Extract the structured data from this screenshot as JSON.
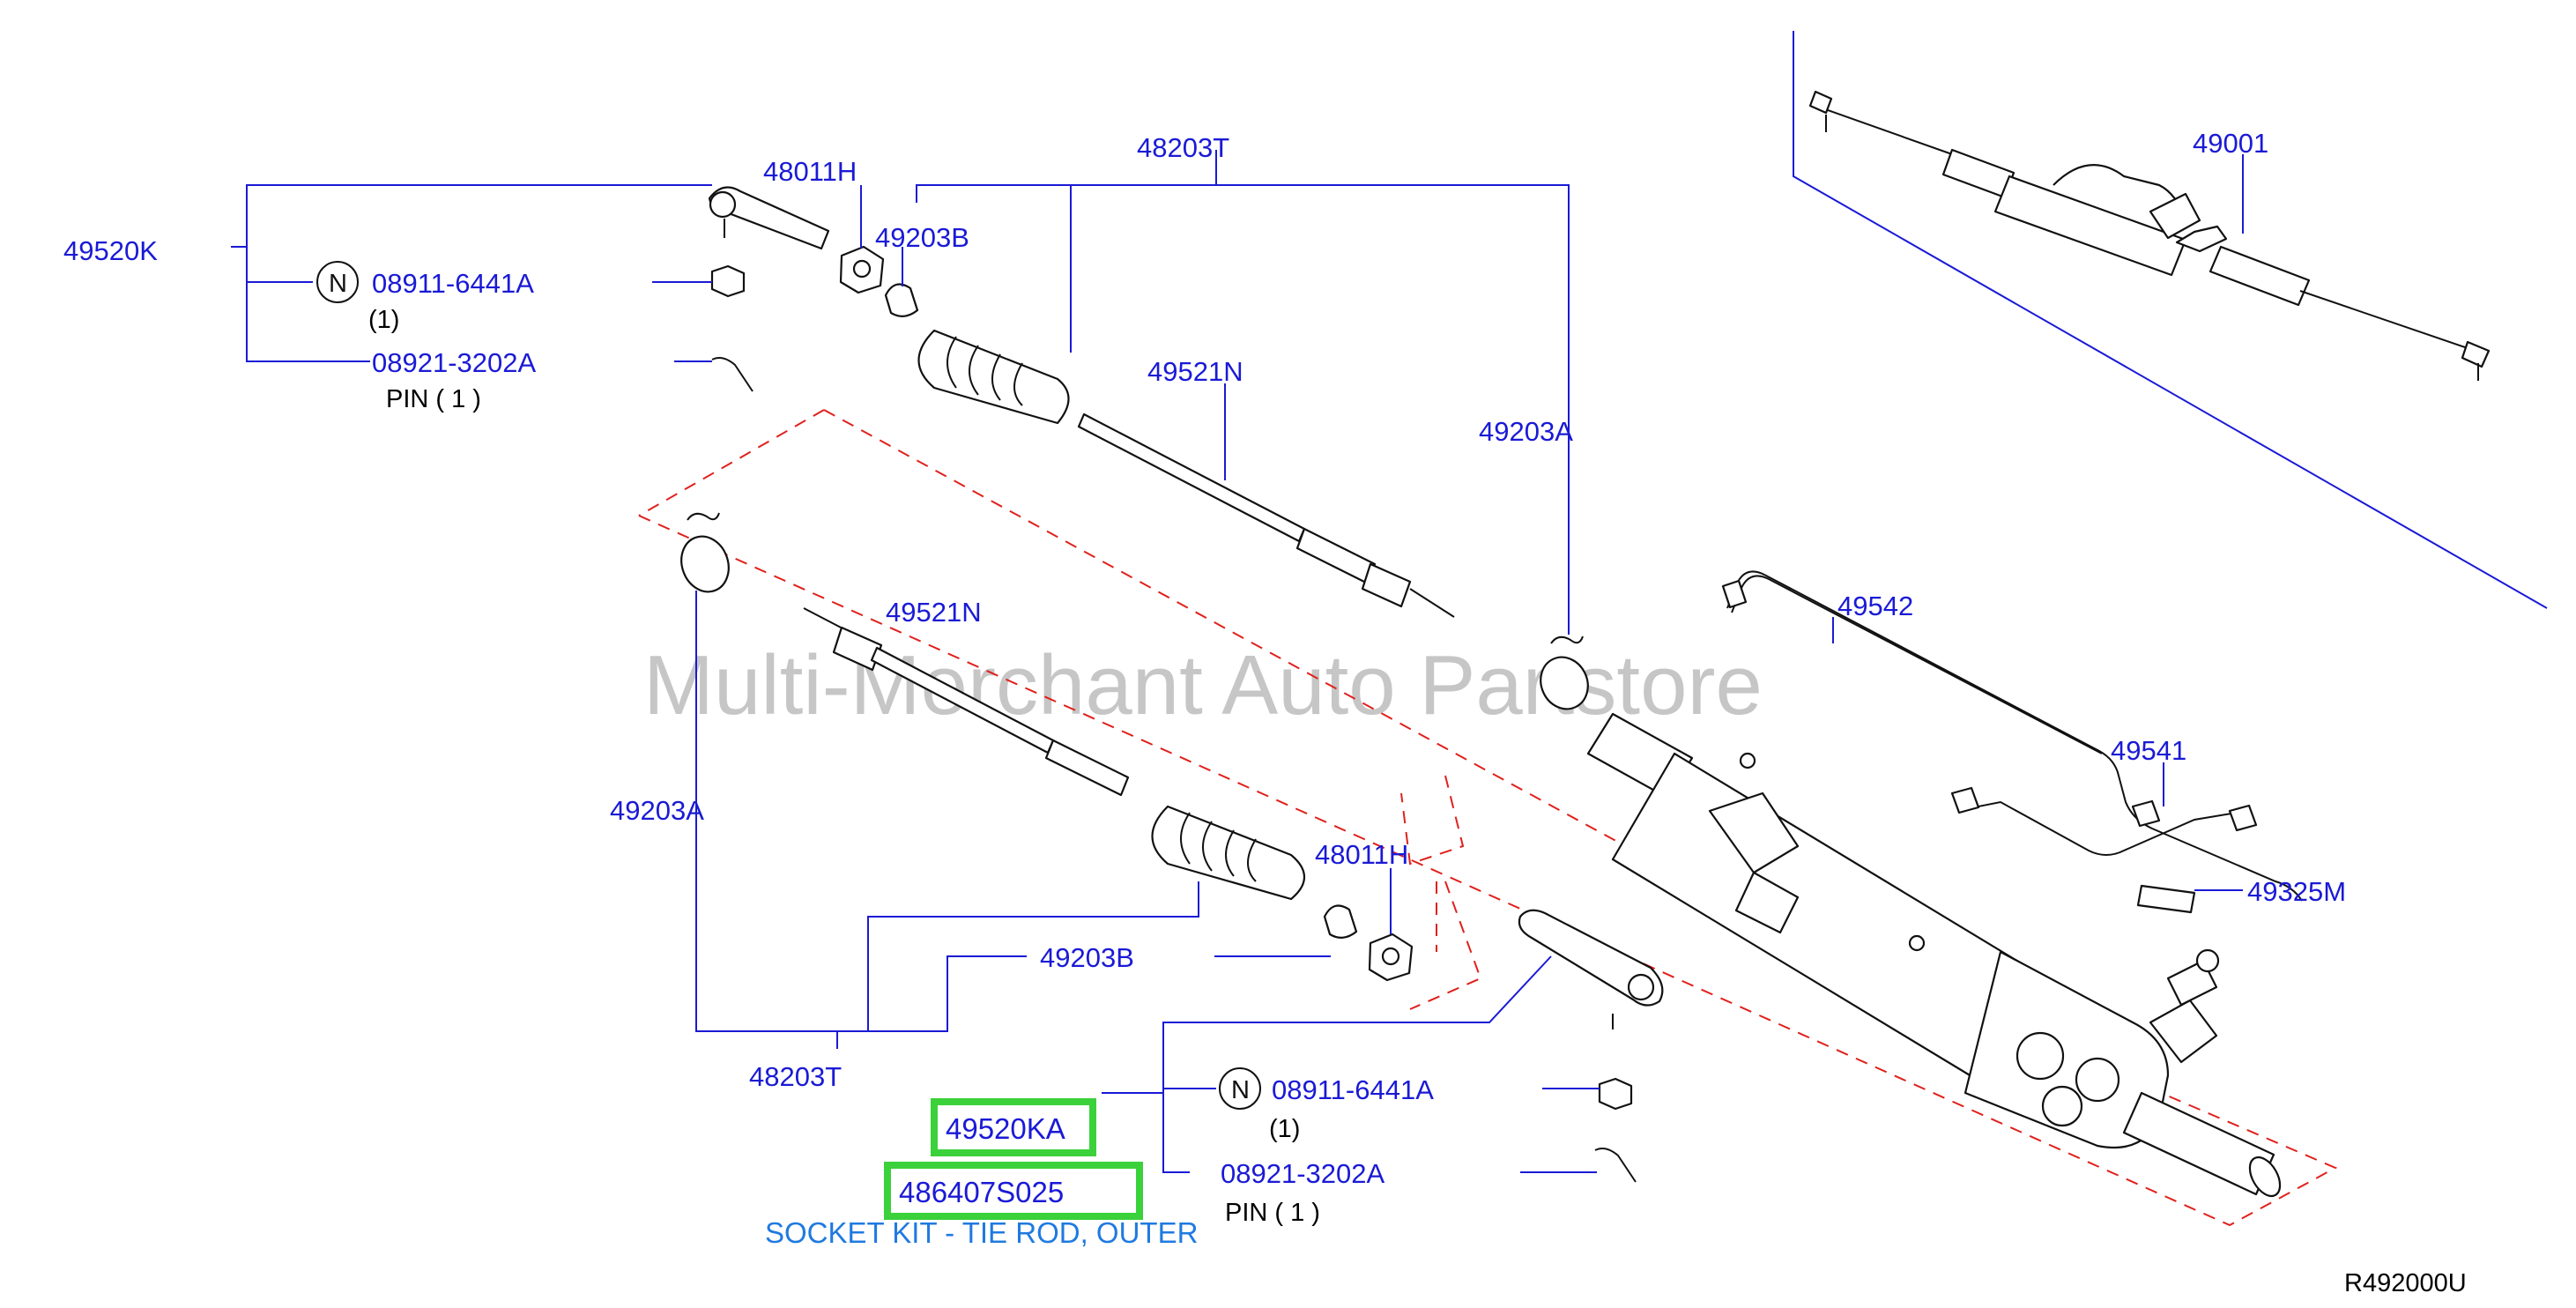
{
  "diagram": {
    "reference_code": "R492000U",
    "watermark": "Multi-Merchant Auto Partstore",
    "note_marker": "N",
    "labels_upper": {
      "tie_rod_end_assy": "49520K",
      "lock_nut_top": "48011H",
      "boot_kit_top": "48203T",
      "clamp_b_top": "49203B",
      "nut_code_top": "08911-6441A",
      "nut_qty_top": "(1)",
      "pin_code_top": "08921-3202A",
      "pin_qty_top": "PIN  ( 1 )",
      "inner_socket_top": "49521N",
      "clamp_a_top": "49203A",
      "gear_assy": "49001"
    },
    "labels_lower": {
      "clamp_a_lower": "49203A",
      "inner_socket_lower": "49521N",
      "lock_nut_lower": "48011H",
      "clamp_b_lower": "49203B",
      "boot_kit_lower": "48203T",
      "nut_code_lower": "08911-6441A",
      "nut_qty_lower": "(1)",
      "pin_code_lower": "08921-3202A",
      "pin_qty_lower": "PIN  ( 1 )",
      "tube_49542": "49542",
      "tube_49541": "49541",
      "plug_49325m": "49325M"
    },
    "highlighted": {
      "part_a": "49520KA",
      "part_b": "486407S025",
      "description": "SOCKET KIT - TIE ROD, OUTER"
    },
    "colors": {
      "label_blue": "#1a1ad6",
      "highlight_green": "#3bd13b",
      "dashed_red": "#e0201c",
      "note_blue": "#1f7ae0"
    }
  }
}
